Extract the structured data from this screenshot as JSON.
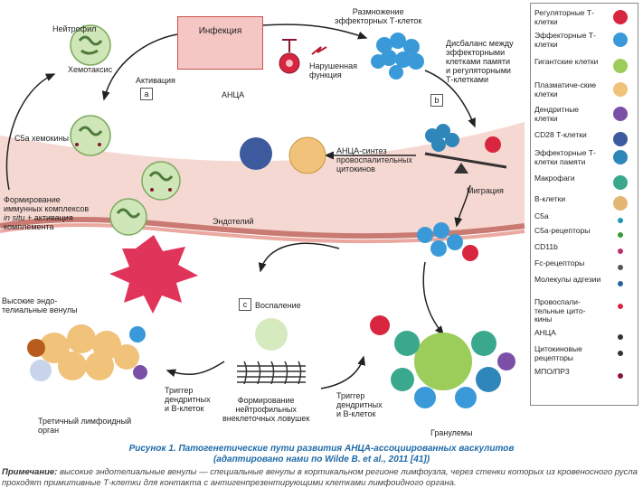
{
  "labels": {
    "neutrophil": "Нейтрофил",
    "chemotaxis": "Хемотаксис",
    "activation": "Активация",
    "infection": "Инфекция",
    "t_expansion": "Размножение\nэффекторных Т-клеток",
    "impaired_function": "Нарушенная\nфункция",
    "imbalance": "Дисбаланс между\nэффекторными\nклетками памяти\nи регуляторными\nТ-клетками",
    "anca_top": "АНЦА",
    "c5a_chemokines": "С5а хемокины",
    "anca_synthesis": "АНЦА-синтез\nпровоспалительных\nцитокинов",
    "migration": "Миграция",
    "immune_complex_1": "Формирование\nиммунных комплексов",
    "immune_complex_2": "in situ",
    "immune_complex_3": " + активация\nкомплемента",
    "endothelium": "Эндотелий",
    "inflammation": "Воспаление",
    "hev": "Высокие эндо-\nтелиальные венулы",
    "trigger_left": "Триггер\nдендритных\nи В-клеток",
    "trigger_right": "Триггер\nдендритных\nи В-клеток",
    "net_formation": "Формирование\nнейтрофильных\nвнеклеточных ловушек",
    "tertiary_organ": "Третичный лимфоидный\nорган",
    "granulomas": "Гранулемы",
    "box_a": "a",
    "box_b": "b",
    "box_c": "c"
  },
  "legend": [
    {
      "text": "Регуляторные Т-клетки",
      "icon": "treg-cell-icon",
      "color": "#d9263f"
    },
    {
      "text": "Эффекторные Т-клетки",
      "icon": "effector-t-cell-icon",
      "color": "#3a9ad9"
    },
    {
      "text": "Гигантские клетки",
      "icon": "giant-cell-icon",
      "color": "#9ccc5a"
    },
    {
      "text": "Плазматиче-ские клетки",
      "icon": "plasma-cell-icon",
      "color": "#f0c27a"
    },
    {
      "text": "Дендритные клетки",
      "icon": "dendritic-cell-icon",
      "color": "#7b4fa8"
    },
    {
      "text": "CD28 Т-клетки",
      "icon": "cd28-t-cell-icon",
      "color": "#3d5a9e"
    },
    {
      "text": "Эффекторные Т-клетки памяти",
      "icon": "memory-t-cell-icon",
      "color": "#2f86b8"
    },
    {
      "text": "Макрофаги",
      "icon": "macrophage-icon",
      "color": "#3aa88c"
    },
    {
      "text": "В-клетки",
      "icon": "b-cell-icon",
      "color": "#e3b572"
    },
    {
      "text": "С5а",
      "icon": "c5a-icon",
      "color": "#1d9ab8"
    },
    {
      "text": "С5а-рецепторы",
      "icon": "c5a-receptor-icon",
      "color": "#3a9a3a"
    },
    {
      "text": "CD11b",
      "icon": "cd11b-icon",
      "color": "#c0306a"
    },
    {
      "text": "Fc-рецепторы",
      "icon": "fc-receptor-icon",
      "color": "#555555"
    },
    {
      "text": "Молекулы адгезии",
      "icon": "adhesion-molecule-icon",
      "color": "#2a5f9e"
    },
    {
      "text": "Провоспали-тельные цито-кины",
      "icon": "cytokine-icon",
      "color": "#d9263f"
    },
    {
      "text": "АНЦА",
      "icon": "anca-icon",
      "color": "#333333"
    },
    {
      "text": "Цитокиновые рецепторы",
      "icon": "cytokine-receptor-icon",
      "color": "#333333"
    },
    {
      "text": "МПО/ПР3",
      "icon": "mpo-pr3-icon",
      "color": "#8a1530"
    }
  ],
  "caption": {
    "title": "Рисунок 1.  Патогенетические пути развития АНЦА-ассоциированных васкулитов",
    "subtitle": "(адаптировано нами по Wilde B. et al., 2011 [41])",
    "note_label": "Примечание:",
    "note_text": " высокие эндотелиальные венулы — специальные венулы в кортикальном регионе лимфоузла, через стенки которых из кровеносного русла проходят примитивные Т-клетки для контакта с антигенпрезентирующими клетками лимфоидного органа."
  },
  "colors": {
    "vessel": "#f6d8d2",
    "vessel_wall": "#d28a84",
    "infection_fill": "#f4c7c4",
    "caption_blue": "#1e6aa8"
  }
}
